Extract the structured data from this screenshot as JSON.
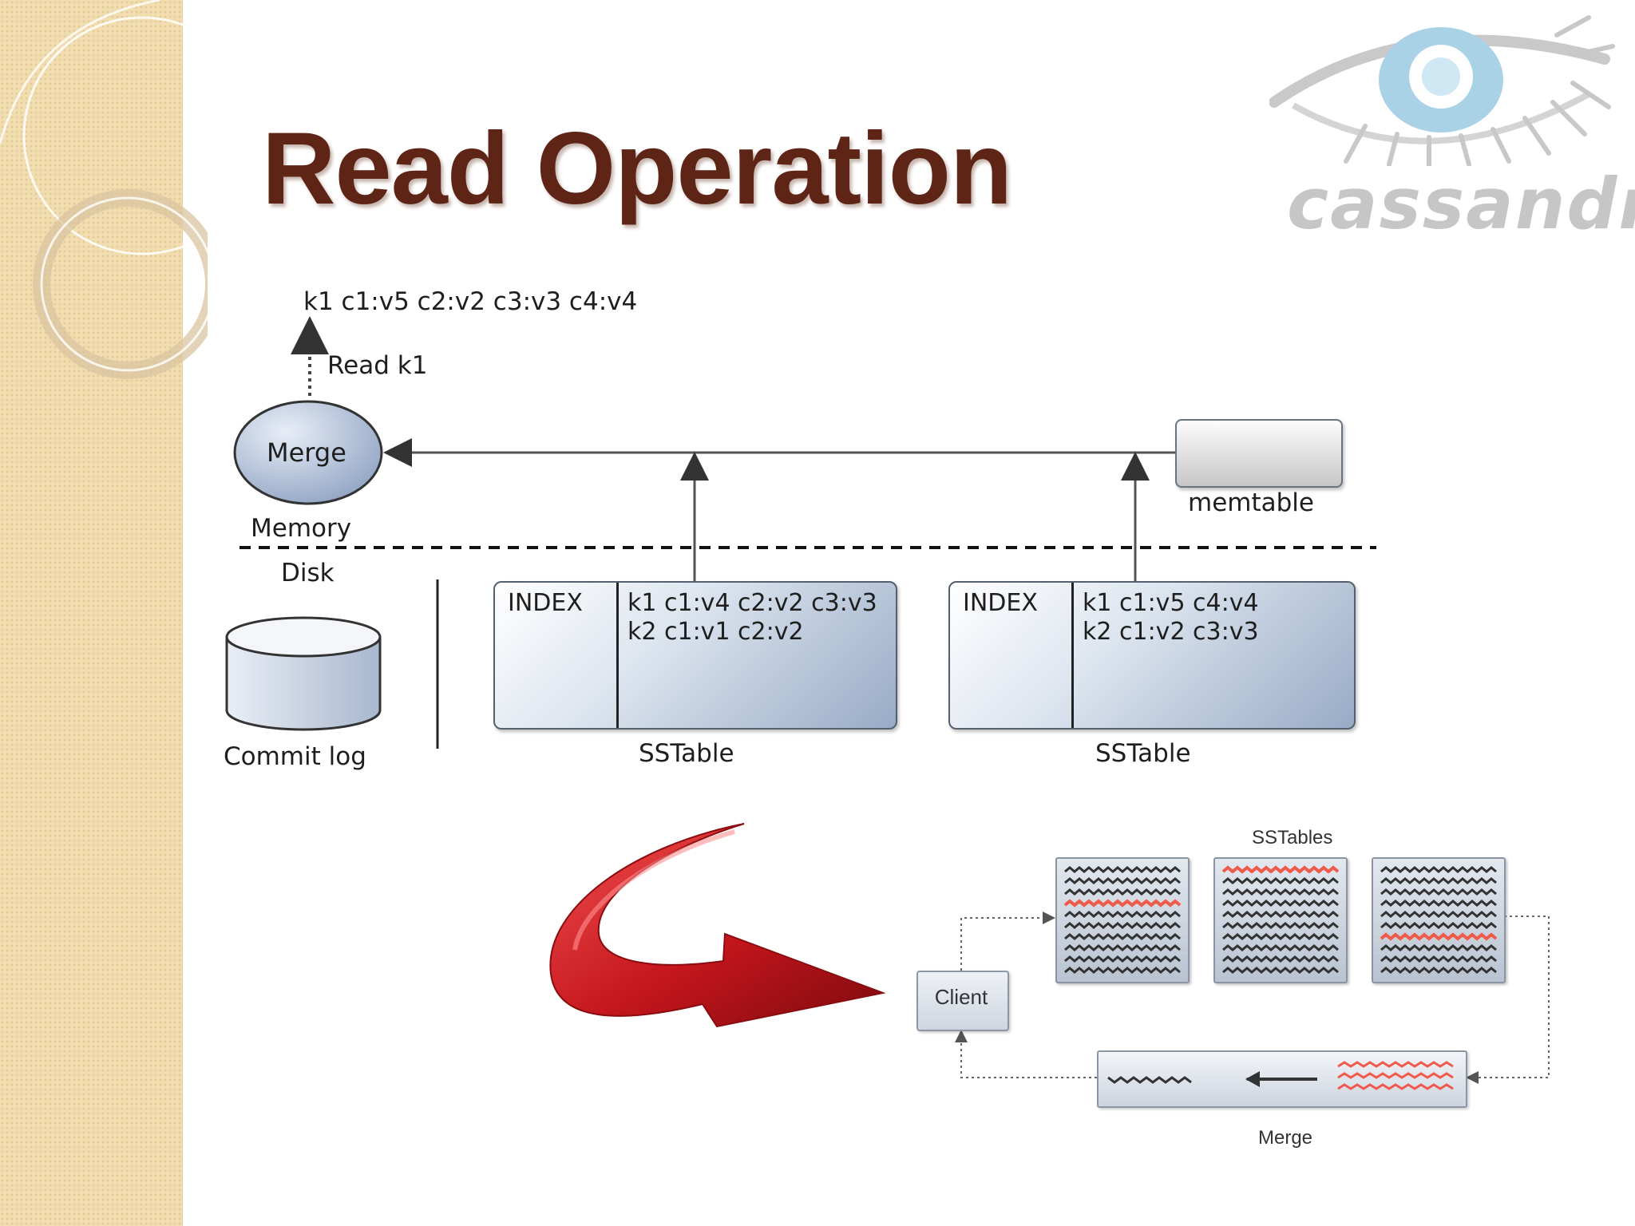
{
  "slide": {
    "title": "Read Operation",
    "logo_text": "cassandra"
  },
  "diagram_top": {
    "result_row": "k1 c1:v5 c2:v2 c3:v3 c4:v4",
    "read_label": "Read k1",
    "merge_label": "Merge",
    "memory_label": "Memory",
    "disk_label": "Disk",
    "commit_log_label": "Commit log",
    "memtable_label": "memtable",
    "sstables": [
      {
        "index_label": "INDEX",
        "row1": "k1 c1:v4 c2:v2 c3:v3",
        "row2": "k2 c1:v1 c2:v2",
        "caption": "SSTable"
      },
      {
        "index_label": "INDEX",
        "row1": "k1 c1:v5 c4:v4",
        "row2": "k2 c1:v2 c3:v3",
        "caption": "SSTable"
      }
    ]
  },
  "diagram_bottom": {
    "sstables_label": "SSTables",
    "client_label": "Client",
    "merge_label": "Merge"
  },
  "colors": {
    "title": "#5e2416",
    "highlight_line": "#ef5a4a",
    "arrow_red": "#c4161c"
  }
}
